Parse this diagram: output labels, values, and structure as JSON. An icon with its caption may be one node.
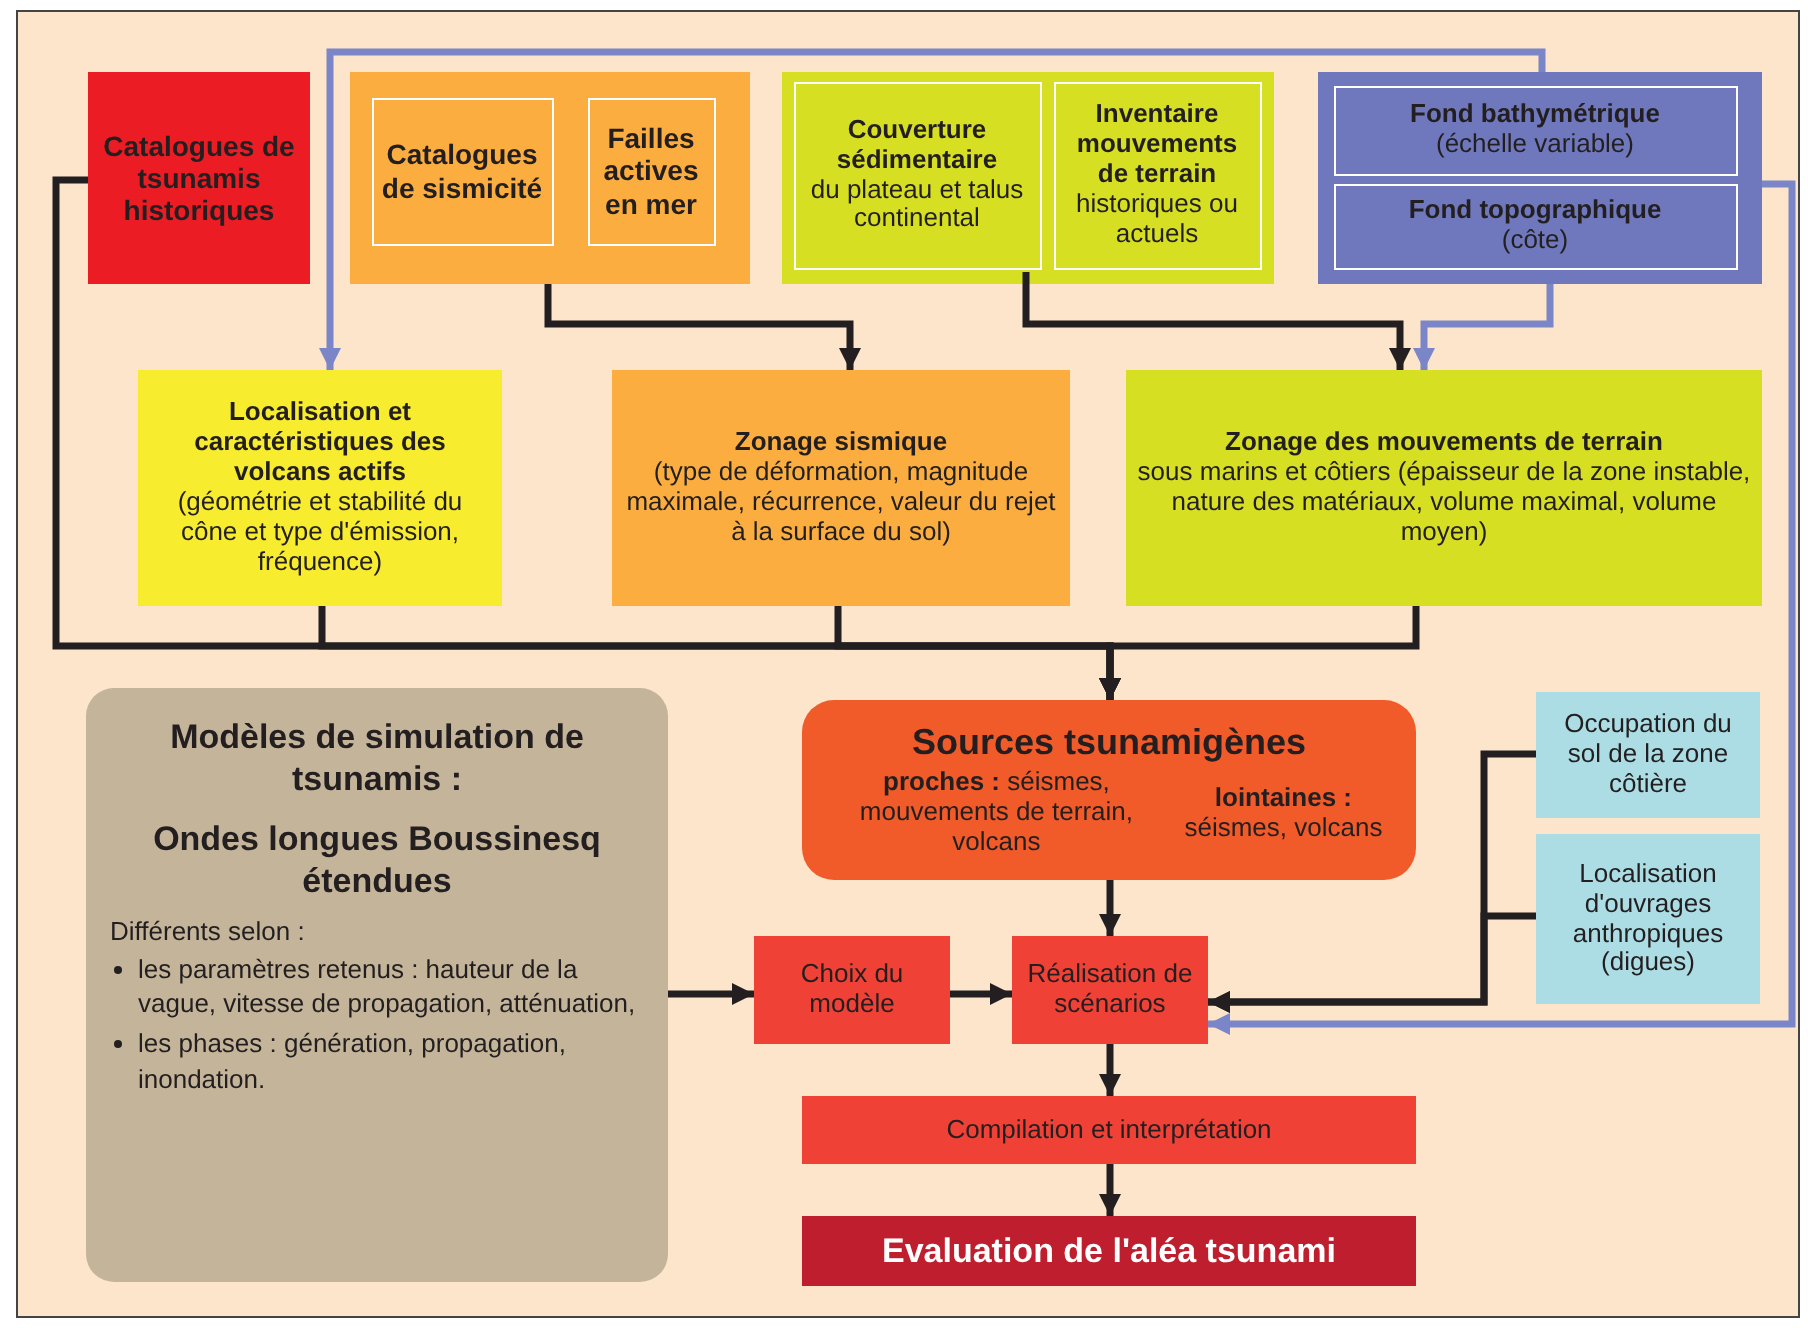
{
  "diagram": {
    "nodes": [
      {
        "text": [
          "Catalogues de tsunamis historiques"
        ]
      },
      {
        "text": [],
        "shape": "box"
      },
      {
        "text": [
          "Catalogues de sismicité"
        ],
        "in": 1
      },
      {
        "text": [
          "Failles actives en mer"
        ],
        "in": 1
      },
      {
        "text": [],
        "shape": "box"
      },
      {
        "text": [
          "Couverture sédimentaire",
          "du plateau et talus continental"
        ],
        "in": 4
      },
      {
        "text": [
          "Inventaire mouvements de terrain",
          "historiques ou actuels"
        ],
        "in": 4
      },
      {
        "text": [],
        "shape": "box"
      },
      {
        "text": [
          "Fond bathymétrique",
          "(échelle variable)"
        ],
        "in": 7
      },
      {
        "text": [
          "Fond topographique",
          "(côte)"
        ],
        "in": 7
      },
      {
        "text": [
          "Localisation et caractéristiques des volcans actifs",
          "(géométrie et stabilité du cône et type d'émission, fréquence)"
        ]
      },
      {
        "text": [
          "Zonage sismique",
          "(type de déformation, magnitude maximale, récurrence, valeur du rejet à la surface du sol)"
        ]
      },
      {
        "text": [
          "Zonage des mouvements de terrain",
          "sous marins et côtiers (épaisseur de la zone instable, nature des matériaux, volume maximal, volume moyen)"
        ]
      },
      {
        "text": [
          "Modèles de simulation de tsunamis :",
          "Ondes longues Boussinesq étendues",
          "Différents selon :",
          "les paramètres retenus : hauteur de la vague, vitesse de propagation, atténuation,",
          "les phases : génération, propagation, inondation."
        ]
      },
      {
        "text": [
          "Sources tsunamigènes",
          "**proches :** séismes, mouvements de terrain, volcans",
          "**lointaines :** séismes, volcans"
        ]
      },
      {
        "text": [
          "Choix du modèle"
        ]
      },
      {
        "text": [
          "Réalisation de scénarios"
        ]
      },
      {
        "text": [
          "Compilation et interprétation"
        ]
      },
      {
        "text": [
          "Evaluation de l'aléa tsunami"
        ]
      },
      {
        "text": [
          "Occupation du sol de la zone côtière"
        ]
      },
      {
        "text": [
          "Localisation d'ouvrages anthropiques (digues)"
        ]
      }
    ],
    "edges": [
      {
        "from": 7,
        "to": 10,
        "arrow": "to",
        "color": "#7a86c8"
      },
      {
        "from": 1,
        "to": 11,
        "arrow": "to"
      },
      {
        "from": 5,
        "to": 12,
        "arrow": "to"
      },
      {
        "from": 7,
        "to": 12,
        "arrow": "to",
        "color": "#7a86c8"
      },
      {
        "from": 0,
        "to": 14,
        "arrow": "to"
      },
      {
        "from": 10,
        "to": 14,
        "arrow": "to"
      },
      {
        "from": 11,
        "to": 14,
        "arrow": "to"
      },
      {
        "from": 12,
        "to": 14,
        "arrow": "to"
      },
      {
        "from": 13,
        "to": 15,
        "arrow": "to"
      },
      {
        "from": 15,
        "to": 16,
        "arrow": "to"
      },
      {
        "from": 14,
        "to": 16,
        "arrow": "to"
      },
      {
        "from": 19,
        "to": 16,
        "arrow": "to"
      },
      {
        "from": 20,
        "to": 16,
        "arrow": "to"
      },
      {
        "from": 7,
        "to": 16,
        "arrow": "to",
        "color": "#7a86c8"
      },
      {
        "from": 16,
        "to": 17,
        "arrow": "to"
      },
      {
        "from": 17,
        "to": 18,
        "arrow": "to"
      }
    ]
  }
}
